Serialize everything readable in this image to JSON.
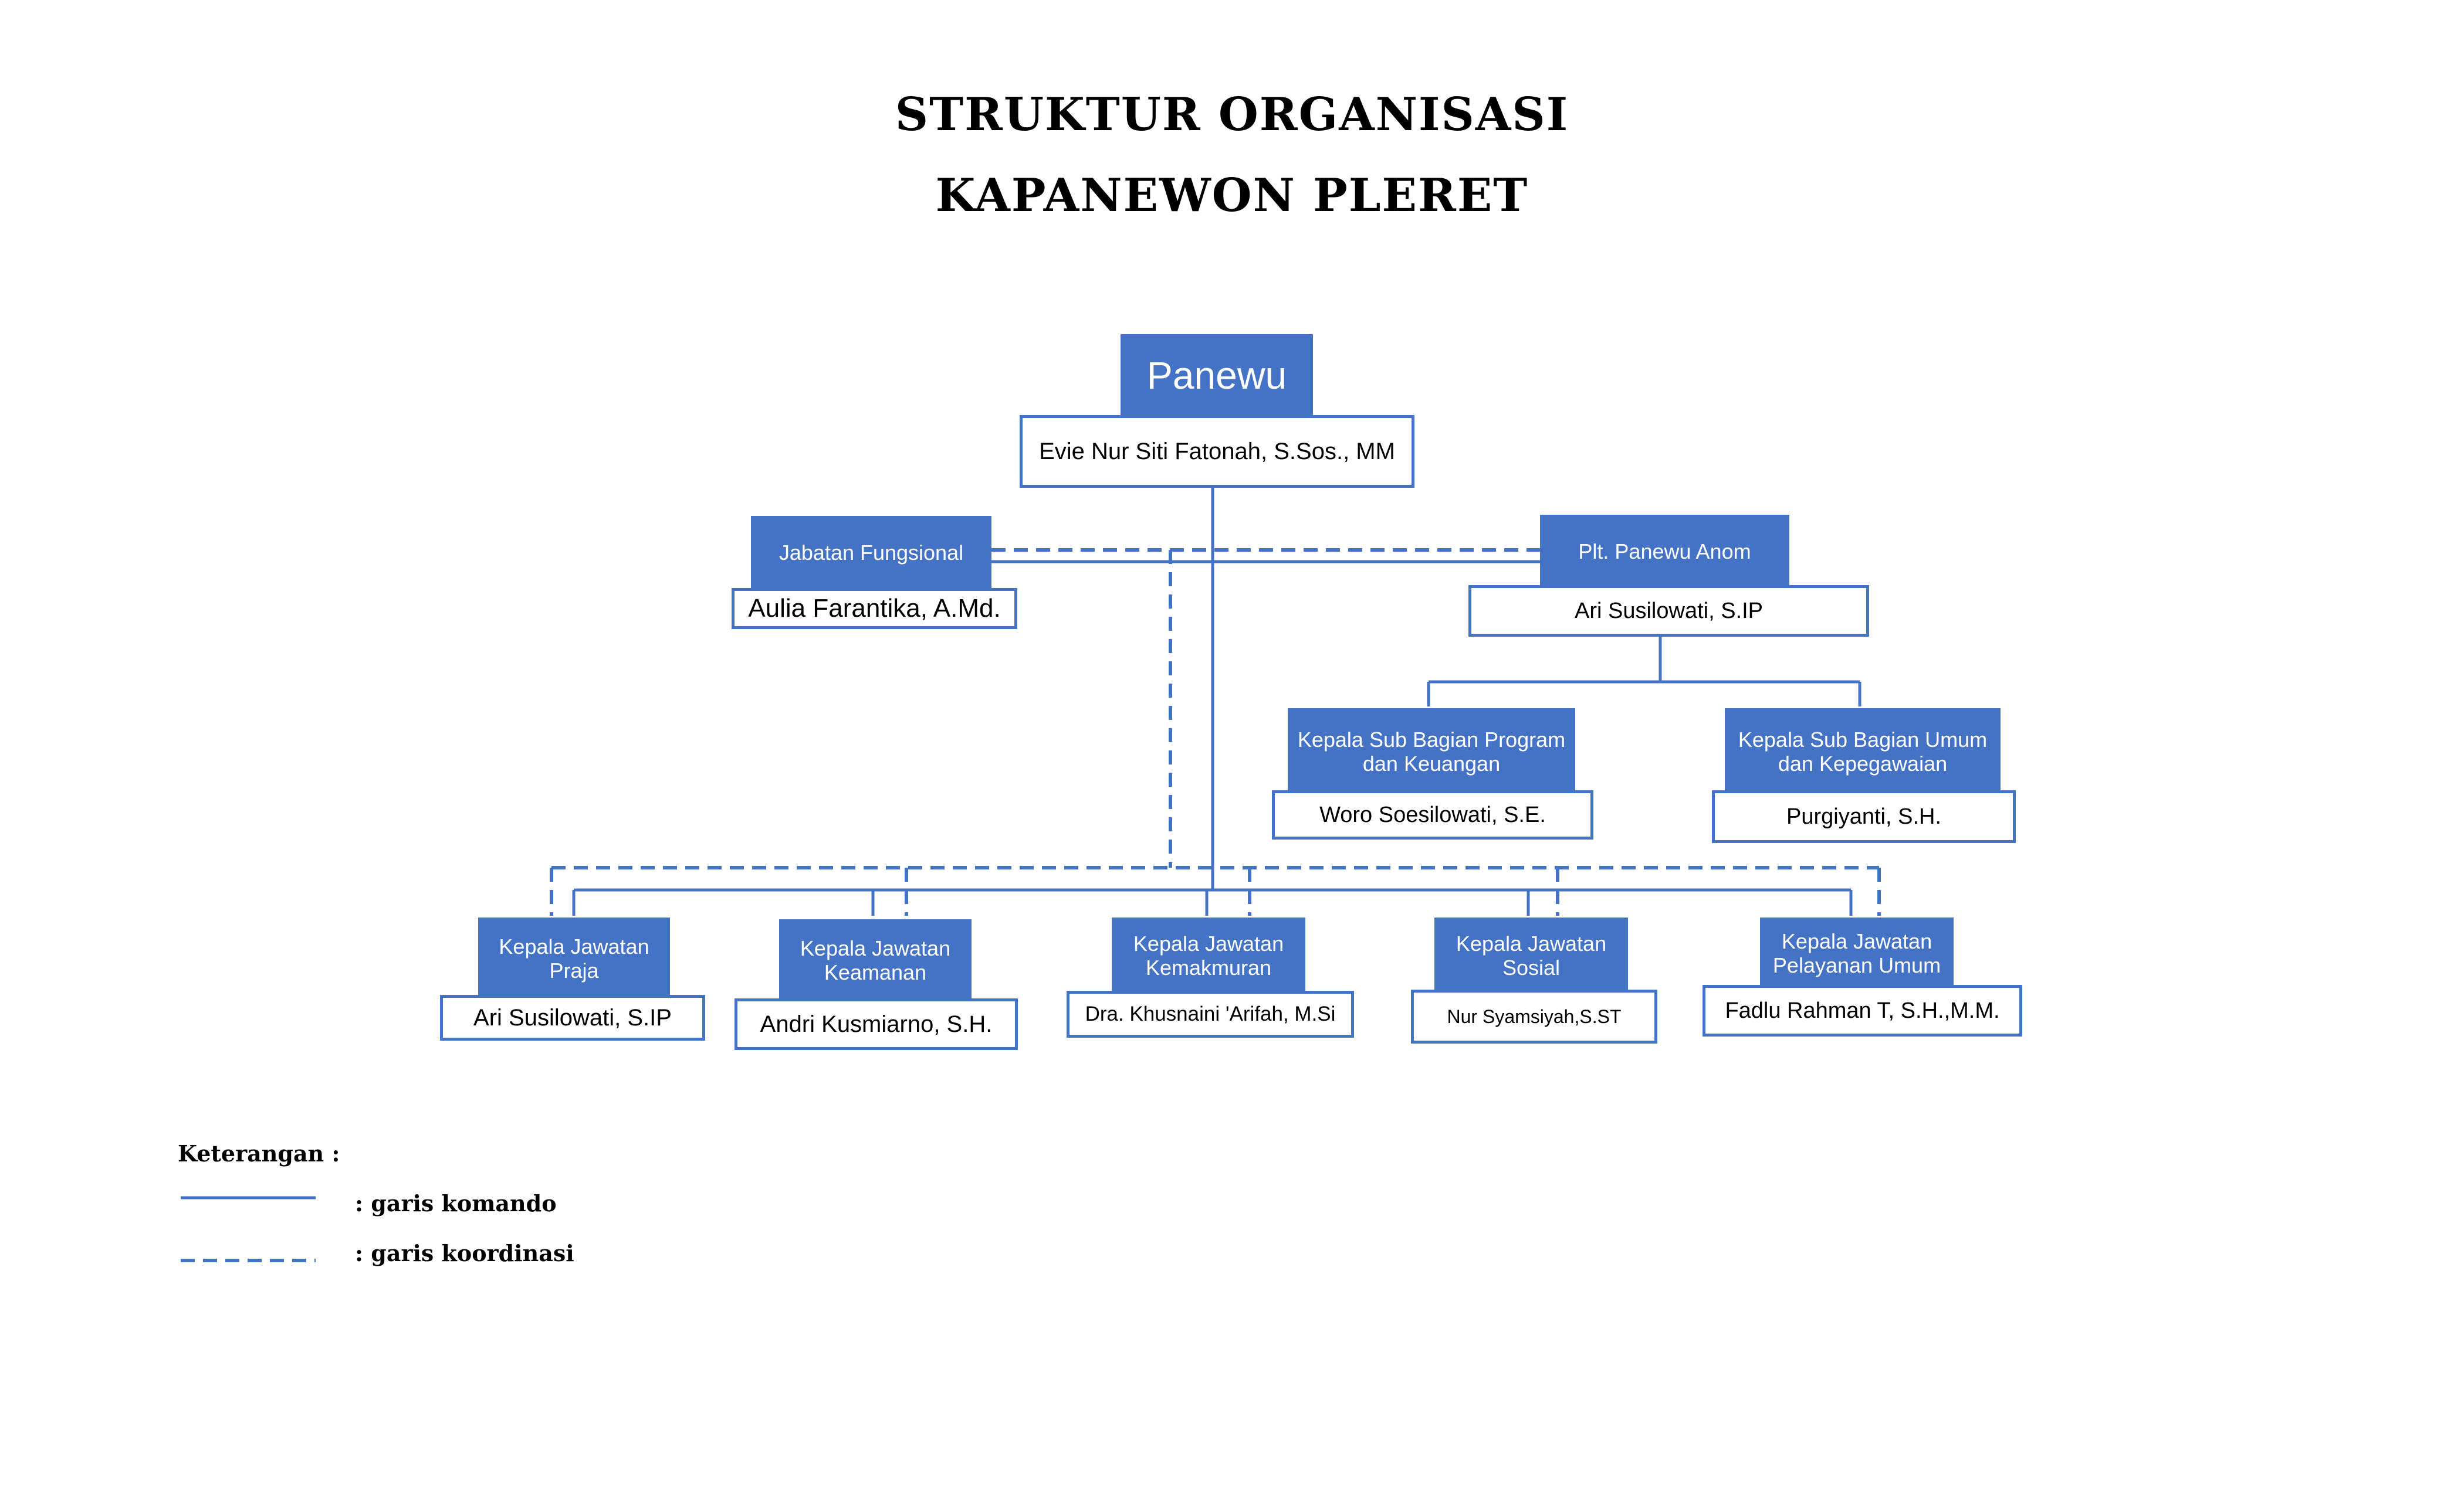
{
  "title": {
    "line1": "STRUKTUR ORGANISASI",
    "line2": "KAPANEWON PLERET"
  },
  "top": {
    "position": "Panewu",
    "name": "Evie Nur Siti Fatonah, S.Sos., MM"
  },
  "fungsional": {
    "position": "Jabatan Fungsional",
    "name": "Aulia Farantika, A.Md."
  },
  "anom": {
    "position": "Plt. Panewu Anom",
    "name": "Ari Susilowati, S.IP"
  },
  "subbagian": [
    {
      "position": "Kepala Sub Bagian Program dan Keuangan",
      "name": "Woro Soesilowati, S.E."
    },
    {
      "position": "Kepala Sub Bagian Umum dan Kepegawaian",
      "name": "Purgiyanti, S.H."
    }
  ],
  "jawatan": [
    {
      "position": "Kepala Jawatan Praja",
      "name": "Ari Susilowati, S.IP"
    },
    {
      "position": "Kepala Jawatan Keamanan",
      "name": "Andri Kusmiarno, S.H."
    },
    {
      "position": "Kepala Jawatan Kemakmuran",
      "name": "Dra. Khusnaini 'Arifah, M.Si"
    },
    {
      "position": "Kepala Jawatan Sosial",
      "name": "Nur Syamsiyah,S.ST"
    },
    {
      "position": "Kepala Jawatan Pelayanan Umum",
      "name": "Fadlu Rahman T, S.H.,M.M."
    }
  ],
  "legend": {
    "title": "Keterangan :",
    "komando": ": garis komando",
    "koordinasi": ": garis koordinasi"
  },
  "colors": {
    "header_fill": "#4472c4",
    "line": "#4472c4"
  }
}
